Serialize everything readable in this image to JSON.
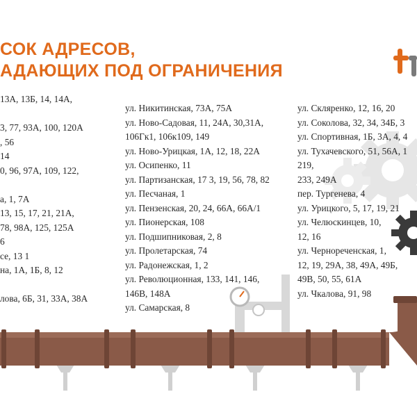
{
  "title": {
    "line1": "СОК АДРЕСОВ,",
    "line2": "АДАЮЩИХ ПОД ОГРАНИЧЕНИЯ"
  },
  "col1": [
    "13А, 13Б, 14, 14А,",
    "",
    "3, 77, 93А, 100, 120А",
    ", 56",
    "14",
    "0, 96, 97А, 109, 122,",
    "",
    "а, 1, 7А",
    "13, 15, 17, 21, 21А,",
    "78, 98А, 125, 125А",
    "6",
    "се, 13 1",
    "на, 1А, 1Б, 8, 12",
    "",
    "лова, 6Б, 31, 33А, 38А"
  ],
  "col2": [
    "ул. Никитинская, 73А, 75А",
    "ул. Ново-Садовая, 11, 24А, 30,31А,",
    "106Гк1, 106к109, 149",
    "ул. Ново-Урицкая, 1А, 12, 18, 22А",
    "ул. Осипенко, 11",
    "ул. Партизанская, 17 3, 19, 56, 78, 82",
    "ул. Песчаная, 1",
    "ул. Пензенская, 20, 24, 66А, 66А/1",
    "ул. Пионерская, 108",
    "ул. Подшипниковая, 2, 8",
    "ул. Пролетарская, 74",
    "ул. Радонежская, 1, 2",
    "ул. Революционная, 133, 141, 146,",
    "146В, 148А",
    "ул. Самарская, 8"
  ],
  "col3": [
    "ул. Скляренко, 12, 16, 20",
    "ул. Соколова, 32, 34, 34Б, 3",
    "ул. Спортивная, 1Б, 3А, 4, 4",
    "ул. Тухачевского, 51, 56А, 1",
    "219,",
    "233, 249А",
    "пер. Тургенева, 4",
    "ул. Урицкого, 5, 17, 19, 21",
    "ул. Челюскинцев, 10,",
    "12, 16",
    "ул. Чернореченская, 1,",
    " 12, 19, 29А, 38, 49А, 49Б,",
    "49В, 50, 55, 61А",
    "ул. Чкалова, 91, 98"
  ],
  "icons": [
    "brand-logo-icon",
    "gear-icon",
    "pressure-gauge-icon",
    "pipeline-illustration"
  ],
  "colors": {
    "accent": "#e06a1c",
    "pipe": "#8a5a48",
    "gear": "#e8e8e8",
    "gear_dark": "#3a3a3a"
  }
}
